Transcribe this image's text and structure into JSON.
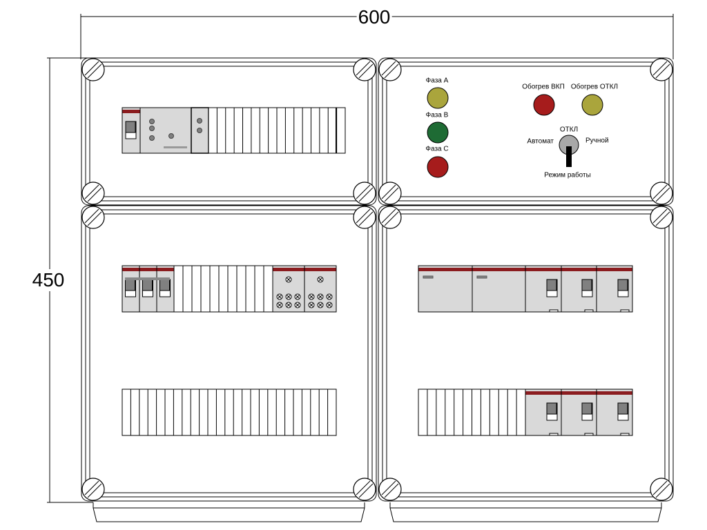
{
  "dimensions": {
    "width_label": "600",
    "height_label": "450"
  },
  "control_panel": {
    "phase_lamps": [
      {
        "label": "Фаза A",
        "color": "#aaa53c"
      },
      {
        "label": "Фаза B",
        "color": "#1e6b34"
      },
      {
        "label": "Фаза C",
        "color": "#a61c1c"
      }
    ],
    "heating_lamps": [
      {
        "label": "Обогрев ВКП",
        "color": "#a61c1c"
      },
      {
        "label": "Обогрев ОТКЛ",
        "color": "#aaa53c"
      }
    ],
    "mode_switch": {
      "top_label": "ОТКЛ",
      "left_label": "Автомат",
      "right_label": "Ручной",
      "caption": "Режим работы"
    }
  },
  "colors": {
    "device_grey": "#d9d9d9",
    "stripe_red": "#8b1c1f",
    "handle_grey": "#808080"
  }
}
